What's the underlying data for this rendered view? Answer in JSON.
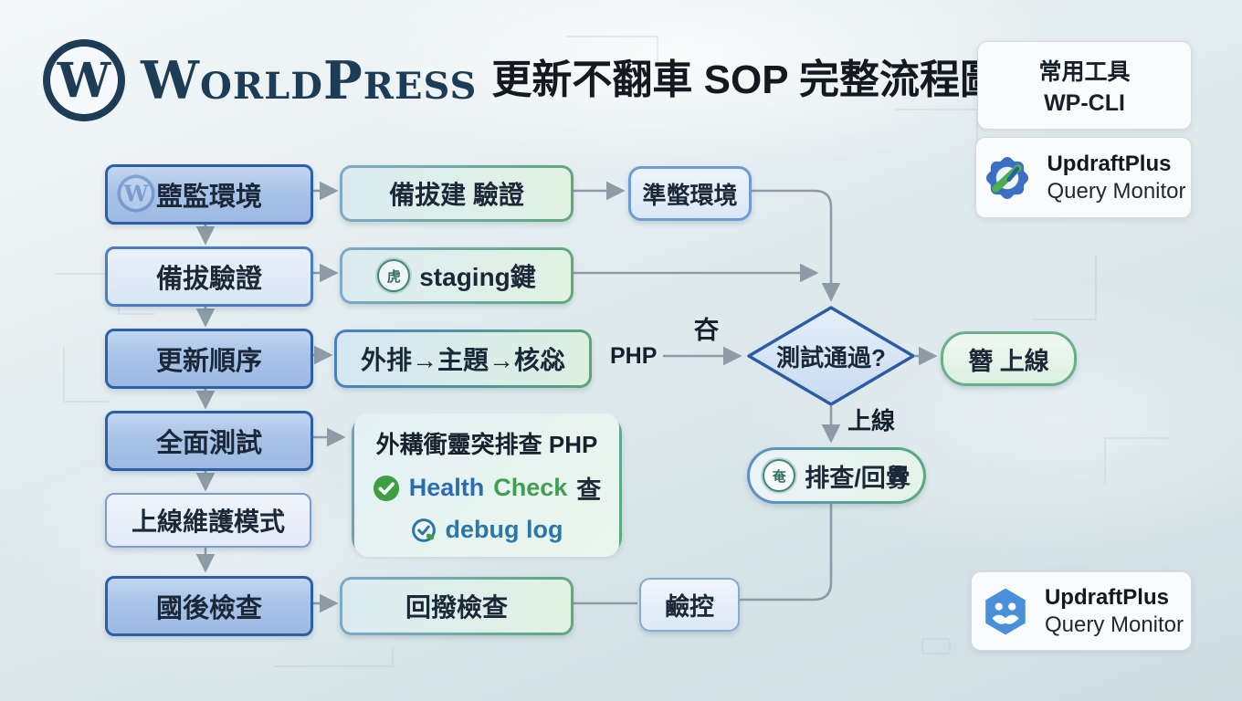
{
  "header": {
    "brand": "WorldPress",
    "title": "更新不翻車 SOP 完整流程圖"
  },
  "tools_card": {
    "line1": "常用工具",
    "line2": "WP-CLI"
  },
  "plugin_card_top": {
    "title": "UpdraftPlus",
    "subtitle": "Query Monitor"
  },
  "plugin_card_bottom": {
    "title": "UpdraftPlus",
    "subtitle": "Query Monitor"
  },
  "flow": {
    "left": [
      {
        "label": "盬監環境"
      },
      {
        "label": "備拔驗證"
      },
      {
        "label": "更新順序"
      },
      {
        "label": "全面測試"
      },
      {
        "label": "上線維護模式"
      },
      {
        "label": "國後檢查"
      }
    ],
    "middle": {
      "backup_build": "備拔建 驗證",
      "staging": "staging鍵",
      "staging_badge": "虎",
      "update_order": "外排→主題→核惢",
      "conflict_title": "外耩衝靈突排查 PHP",
      "health_check": {
        "word1": "Health",
        "word2": "Check",
        "suffix": "查"
      },
      "debug_log": "debug log",
      "post_check": "回撥檢查"
    },
    "right": {
      "prepare_env": "準蟞環境",
      "decision": "測試通過?",
      "go_live": "簪 上線",
      "troubleshoot": "排查/回釁",
      "troubleshoot_badge": "奄",
      "monitor": "鹼控"
    },
    "edge_labels": {
      "php": "PHP",
      "pass": "夻",
      "fail": "上線"
    }
  },
  "colors": {
    "accent_blue": "#2f5ea8",
    "accent_green": "#55a47b",
    "arrow": "#8d9ba6"
  }
}
